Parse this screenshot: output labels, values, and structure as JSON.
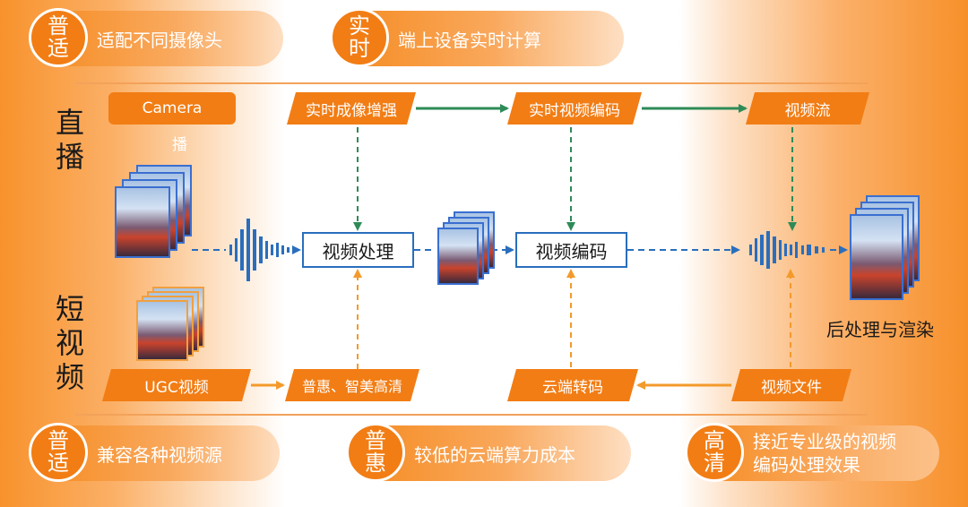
{
  "top_features": [
    {
      "badge": [
        "普",
        "适"
      ],
      "text": "适配不同摄像头"
    },
    {
      "badge": [
        "实",
        "时"
      ],
      "text": "端上设备实时计算"
    }
  ],
  "bottom_features": [
    {
      "badge": [
        "普",
        "适"
      ],
      "lines": [
        "兼容各种视频源"
      ]
    },
    {
      "badge": [
        "普",
        "惠"
      ],
      "lines": [
        "较低的云端算力成本"
      ]
    },
    {
      "badge": [
        "高",
        "清"
      ],
      "lines": [
        "接近专业级的视频",
        "编码处理效果"
      ]
    }
  ],
  "row_labels": {
    "live": [
      "直",
      "播"
    ],
    "short_video": [
      "短",
      "视",
      "频"
    ]
  },
  "nodes": {
    "camera": "Camera",
    "camera_sub": "播",
    "realtime_enhance": "实时成像增强",
    "realtime_encode": "实时视频编码",
    "video_stream": "视频流",
    "video_processing": "视频处理",
    "video_encoding": "视频编码",
    "ugc_video": "UGC视频",
    "puhui_hd": "普惠、智美高清",
    "cloud_transcode": "云端转码",
    "video_file": "视频文件",
    "post_render": "后处理与渲染"
  },
  "colors": {
    "accent_orange": "#f27d14",
    "flow_blue": "#2a6ebd",
    "flow_green": "#2e8b57",
    "flow_orange": "#f39a2b"
  }
}
